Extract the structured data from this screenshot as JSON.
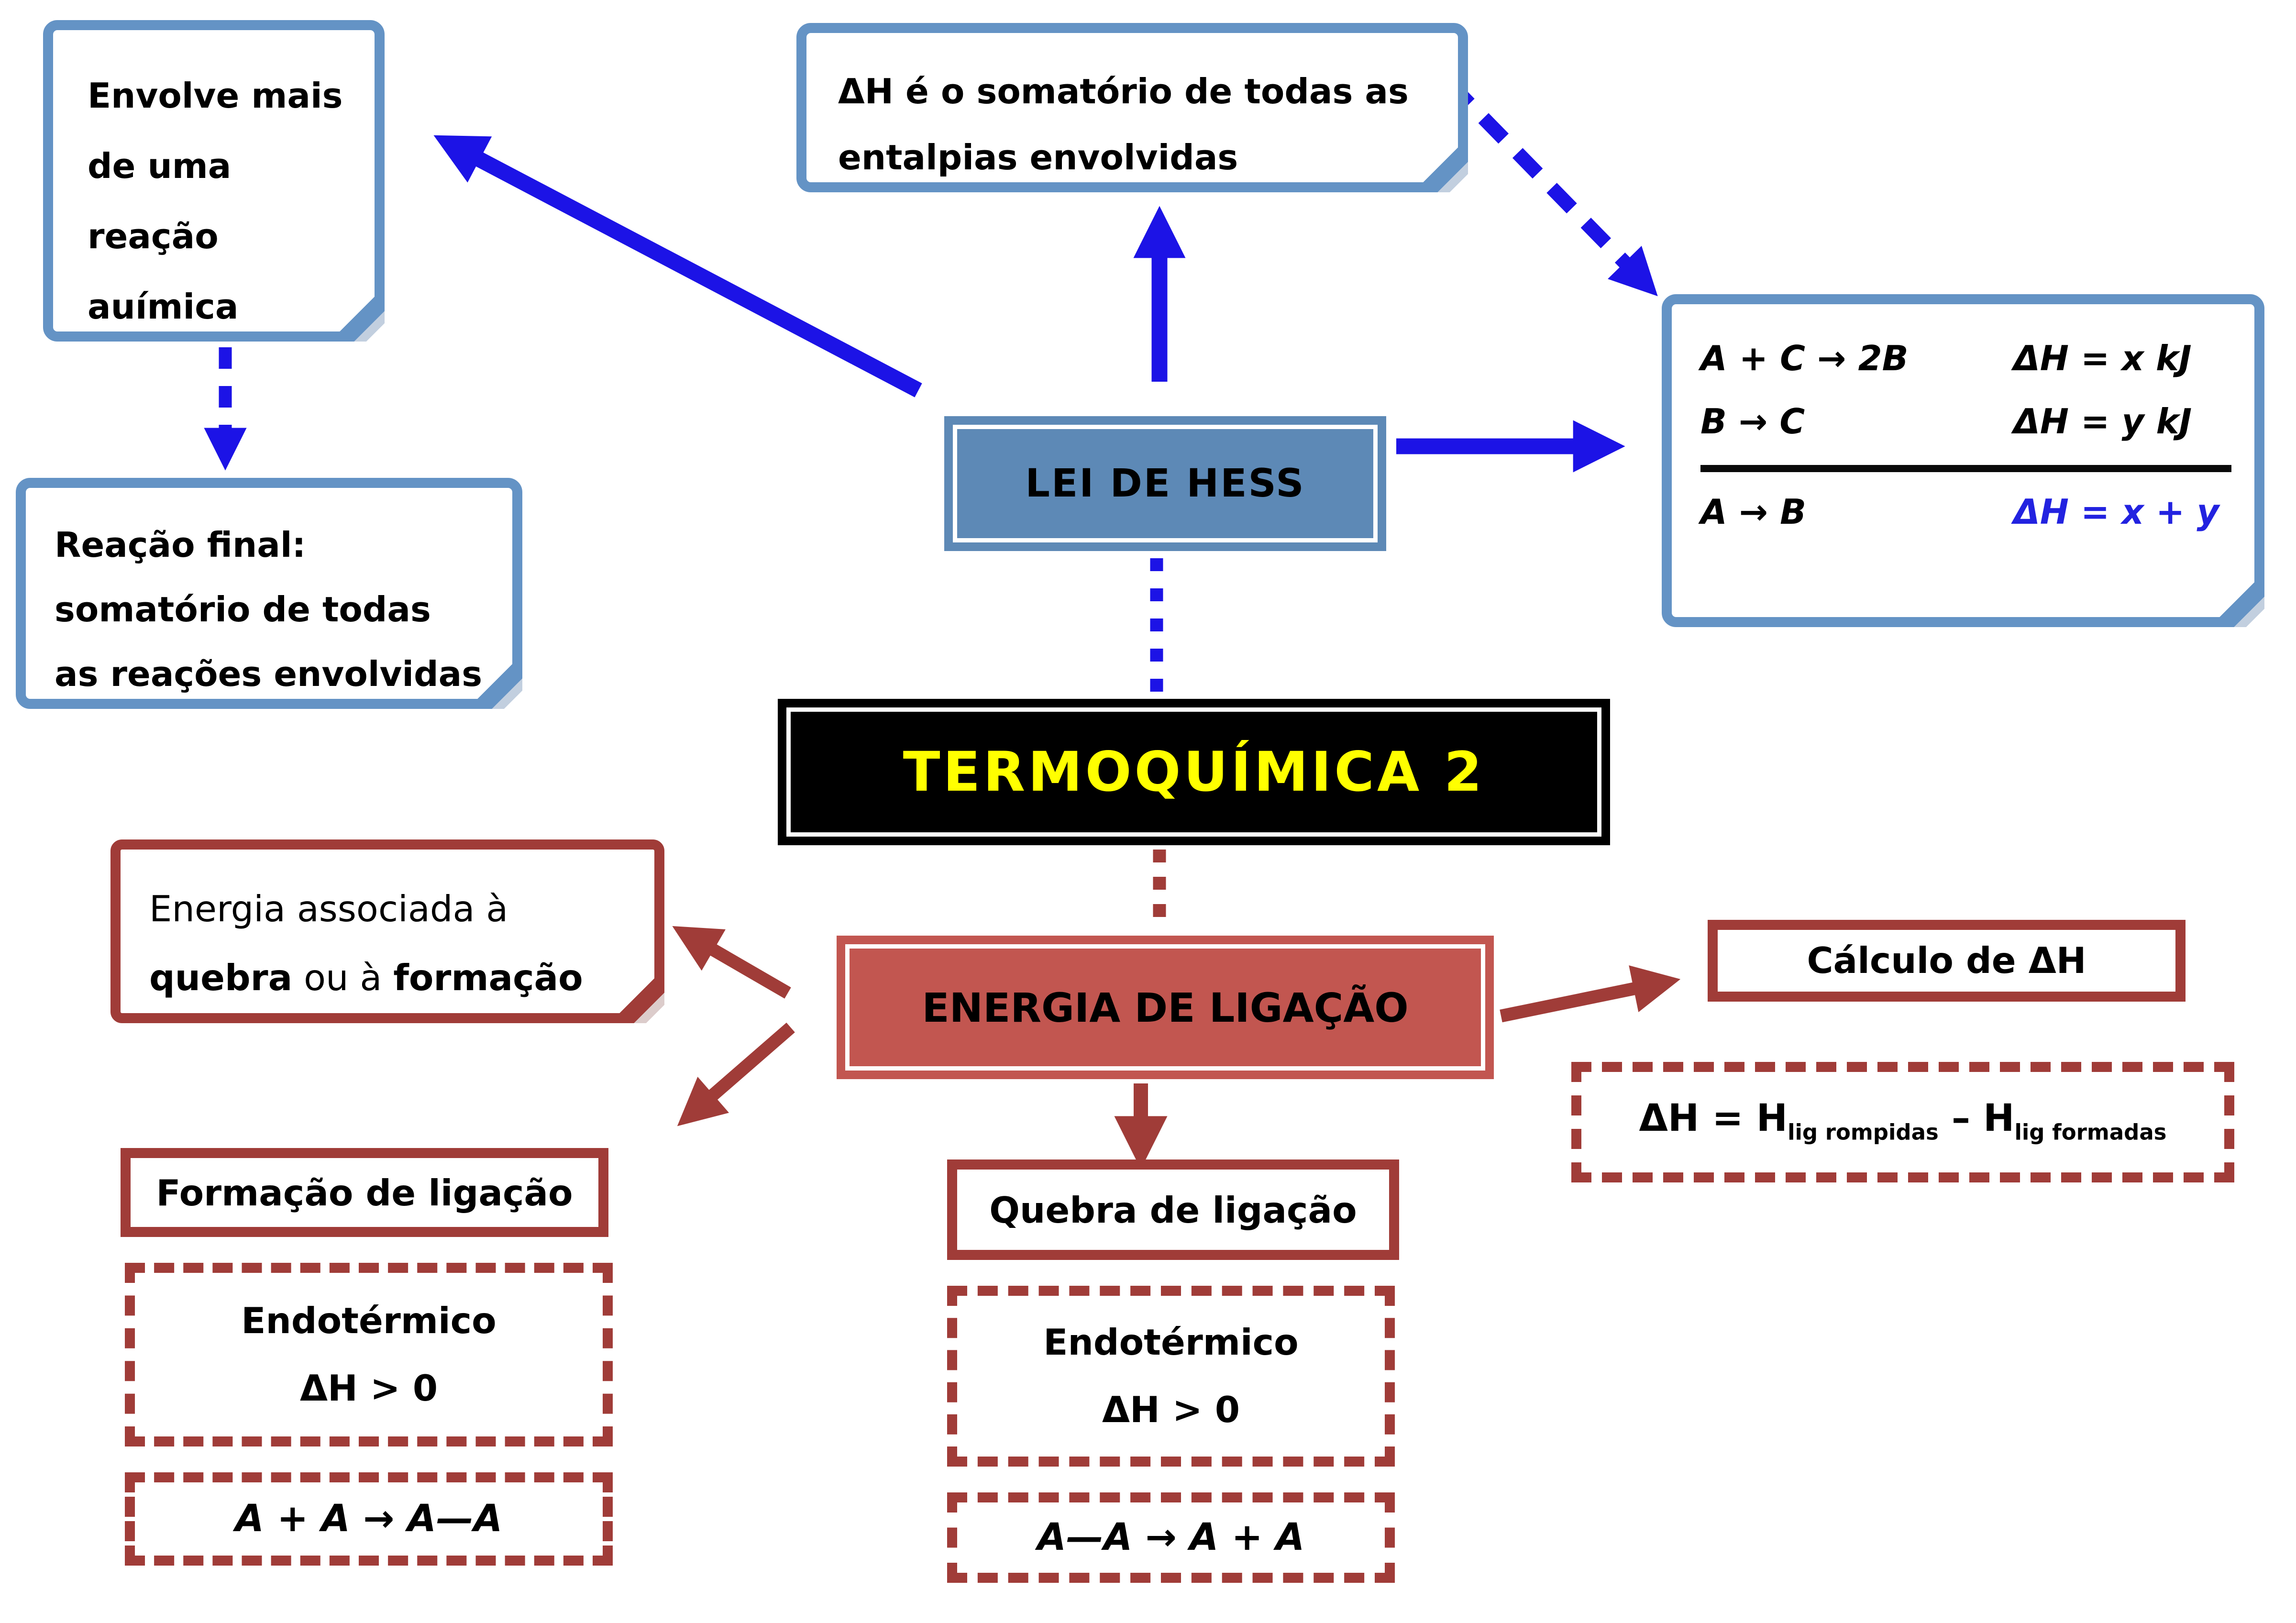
{
  "palette": {
    "blue_note_border": "#6493c5",
    "blue_panel_fill": "#5d89b6",
    "blue_arrow": "#1c13e6",
    "result_blue": "#2222e0",
    "dark_red": "#a03c38",
    "red_panel_fill": "#c25650",
    "panel_black": "#000000",
    "title_yellow": "#ffff00"
  },
  "center_nodes": {
    "main_title": "TERMOQUÍMICA 2",
    "hess_title": "LEI DE HESS",
    "bond_title": "ENERGIA DE LIGAÇÃO"
  },
  "hess_branch": {
    "note_envolve_lines": [
      "Envolve mais",
      "de uma",
      "reação",
      "auímica"
    ],
    "note_somatorio_lines": [
      "ΔH é o somatório de todas as",
      "entalpias envolvidas"
    ],
    "note_reacao_final_lines": [
      "Reação final:",
      "somatório de todas",
      "as reações envolvidas"
    ],
    "equations_rows": [
      {
        "reaction": "A + C → 2B",
        "enthalpy": "ΔH = x kJ"
      },
      {
        "reaction": "B → C",
        "enthalpy": "ΔH = y kJ"
      },
      {
        "reaction": "A → B",
        "enthalpy": "ΔH = x + y"
      }
    ]
  },
  "bond_branch": {
    "note_energia": {
      "line1": "Energia associada à",
      "bold1": "quebra",
      "middle": " ou à ",
      "bold2": "formação"
    },
    "calculo_title": "Cálculo de ΔH",
    "formula": {
      "lead": "ΔH = H",
      "sub1": "lig rompidas",
      "minus": " – H",
      "sub2": "lig formadas"
    },
    "formacao": {
      "title": "Formação de ligação",
      "regime": "Endotérmico",
      "condition": "ΔH > 0",
      "equation": "A + A → A—A"
    },
    "quebra": {
      "title": "Quebra de ligação",
      "regime": "Endotérmico",
      "condition": "ΔH > 0",
      "equation": "A—A → A + A"
    }
  }
}
